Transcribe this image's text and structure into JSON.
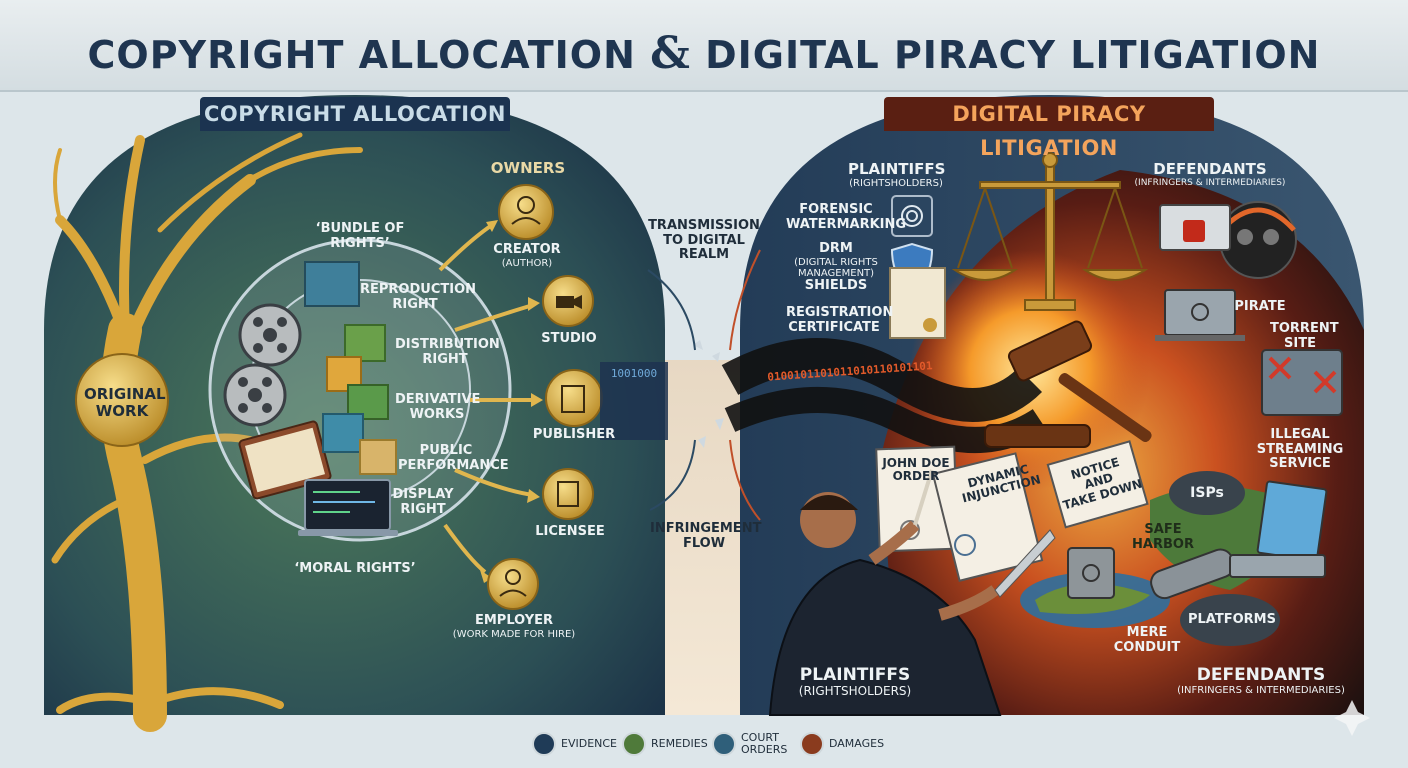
{
  "title": {
    "before": "COPYRIGHT ALLOCATION",
    "amp": "&",
    "after": "DIGITAL PIRACY LITIGATION"
  },
  "left": {
    "tab": "COPYRIGHT ALLOCATION",
    "original_work": [
      "ORIGINAL",
      "WORK"
    ],
    "bundle": "‘BUNDLE OF RIGHTS’",
    "moral": "‘MORAL RIGHTS’",
    "owners_heading": "OWNERS",
    "rights": [
      {
        "line1": "REPRODUCTION",
        "line2": "RIGHT"
      },
      {
        "line1": "DISTRIBUTION",
        "line2": "RIGHT"
      },
      {
        "line1": "DERIVATIVE",
        "line2": "WORKS"
      },
      {
        "line1": "PUBLIC",
        "line2": "PERFORMANCE"
      },
      {
        "line1": "DISPLAY",
        "line2": "RIGHT"
      }
    ],
    "owners": [
      {
        "label": "CREATOR",
        "sub": "(AUTHOR)"
      },
      {
        "label": "STUDIO",
        "sub": ""
      },
      {
        "label": "PUBLISHER",
        "sub": ""
      },
      {
        "label": "LICENSEE",
        "sub": ""
      },
      {
        "label": "EMPLOYER",
        "sub": "(WORK MADE FOR HIRE)"
      }
    ]
  },
  "middle": {
    "transmission": [
      "TRANSMISSION",
      "TO DIGITAL",
      "REALM"
    ],
    "infringement": [
      "INFRINGEMENT",
      "FLOW"
    ],
    "binary_left": "1001000",
    "binary_stream": "0100101101011010110101101"
  },
  "right": {
    "tab": "DIGITAL PIRACY LITIGATION",
    "plaintiffs": "PLAINTIFFS",
    "plaintiffs_sub": "(RIGHTSHOLDERS)",
    "defendants": "DEFENDANTS",
    "defendants_sub": "(INFRINGERS & INTERMEDIARIES)",
    "forensic": [
      "FORENSIC",
      "WATERMARKING"
    ],
    "drm": [
      "DRM",
      "(DIGITAL RIGHTS",
      "MANAGEMENT)",
      "SHIELDS"
    ],
    "registration": [
      "REGISTRATION",
      "CERTIFICATE"
    ],
    "pirate": "PIRATE",
    "torrent": [
      "TORRENT",
      "SITE"
    ],
    "streaming": [
      "ILLEGAL STREAMING",
      "SERVICE"
    ],
    "john_doe": [
      "JOHN DOE",
      "ORDER"
    ],
    "dynamic": [
      "DYNAMIC",
      "INJUNCTION"
    ],
    "notice": [
      "NOTICE AND",
      "TAKE DOWN"
    ],
    "isps": "ISPs",
    "safe_harbor": [
      "SAFE",
      "HARBOR"
    ],
    "platforms": "PLATFORMS",
    "mere_conduit": [
      "MERE",
      "CONDUIT"
    ],
    "plaintiffs_bottom": "PLAINTIFFS",
    "plaintiffs_bottom_sub": "(RIGHTSHOLDERS)",
    "defendants_bottom": "DEFENDANTS",
    "defendants_bottom_sub": "(INFRINGERS & INTERMEDIARIES)"
  },
  "legend": [
    {
      "label": "EVIDENCE",
      "icon": "magnifier-document-icon",
      "color": "#1f3b57"
    },
    {
      "label": "REMEDIES",
      "icon": "bandage-icon",
      "color": "#4f7a3a"
    },
    {
      "label": "COURT ORDERS",
      "label_lines": [
        "COURT",
        "ORDERS"
      ],
      "icon": "document-icon",
      "color": "#2f5f7a"
    },
    {
      "label": "DAMAGES",
      "icon": "scales-icon",
      "color": "#8a3b1e"
    }
  ]
}
